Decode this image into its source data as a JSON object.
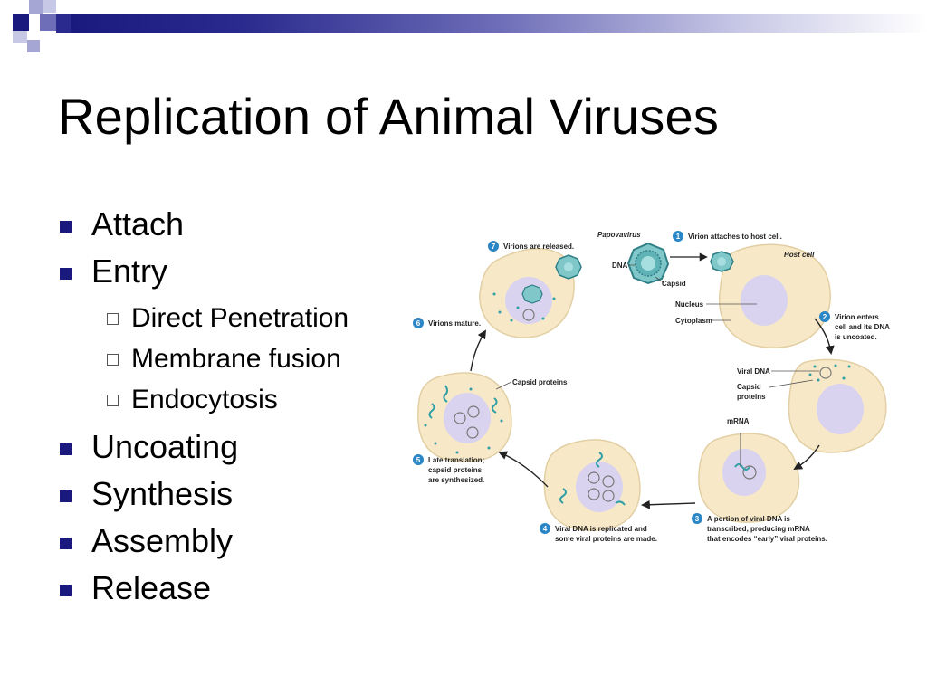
{
  "title": "Replication of Animal Viruses",
  "bullets": [
    {
      "label": "Attach"
    },
    {
      "label": "Entry",
      "subitems": [
        "Direct Penetration",
        "Membrane fusion",
        "Endocytosis"
      ]
    },
    {
      "label": "Uncoating"
    },
    {
      "label": "Synthesis"
    },
    {
      "label": "Assembly"
    },
    {
      "label": "Release"
    }
  ],
  "diagram": {
    "virus_name": "Papovavirus",
    "host_cell": "Host cell",
    "labels": {
      "dna": "DNA",
      "capsid": "Capsid",
      "nucleus": "Nucleus",
      "cytoplasm": "Cytoplasm",
      "viral_dna": "Viral DNA",
      "capsid_proteins_1": "Capsid",
      "capsid_proteins_2": "proteins",
      "mrna": "mRNA",
      "capsid_proteins_left": "Capsid proteins"
    },
    "steps": [
      {
        "num": "1",
        "lines": [
          "Virion attaches to host cell."
        ]
      },
      {
        "num": "2",
        "lines": [
          "Virion enters",
          "cell and its DNA",
          "is uncoated."
        ]
      },
      {
        "num": "3",
        "lines": [
          "A portion of viral DNA is",
          "transcribed, producing mRNA",
          "that encodes “early” viral proteins."
        ]
      },
      {
        "num": "4",
        "lines": [
          "Viral DNA is replicated and",
          "some viral proteins are made."
        ]
      },
      {
        "num": "5",
        "lines": [
          "Late translation;",
          "capsid proteins",
          "are synthesized."
        ]
      },
      {
        "num": "6",
        "lines": [
          "Virions mature."
        ]
      },
      {
        "num": "7",
        "lines": [
          "Virions are released."
        ]
      }
    ],
    "colors": {
      "cell": "#f7e8c8",
      "cell_stroke": "#e2cfa3",
      "nucleus": "#d9d3ef",
      "teal": "#2f9fa6",
      "step_badge": "#2a86c4"
    }
  },
  "colors": {
    "accent_dark": "#1a1a7e",
    "accent_mid": "#6d6db8",
    "accent_light": "#a6a6d4"
  }
}
